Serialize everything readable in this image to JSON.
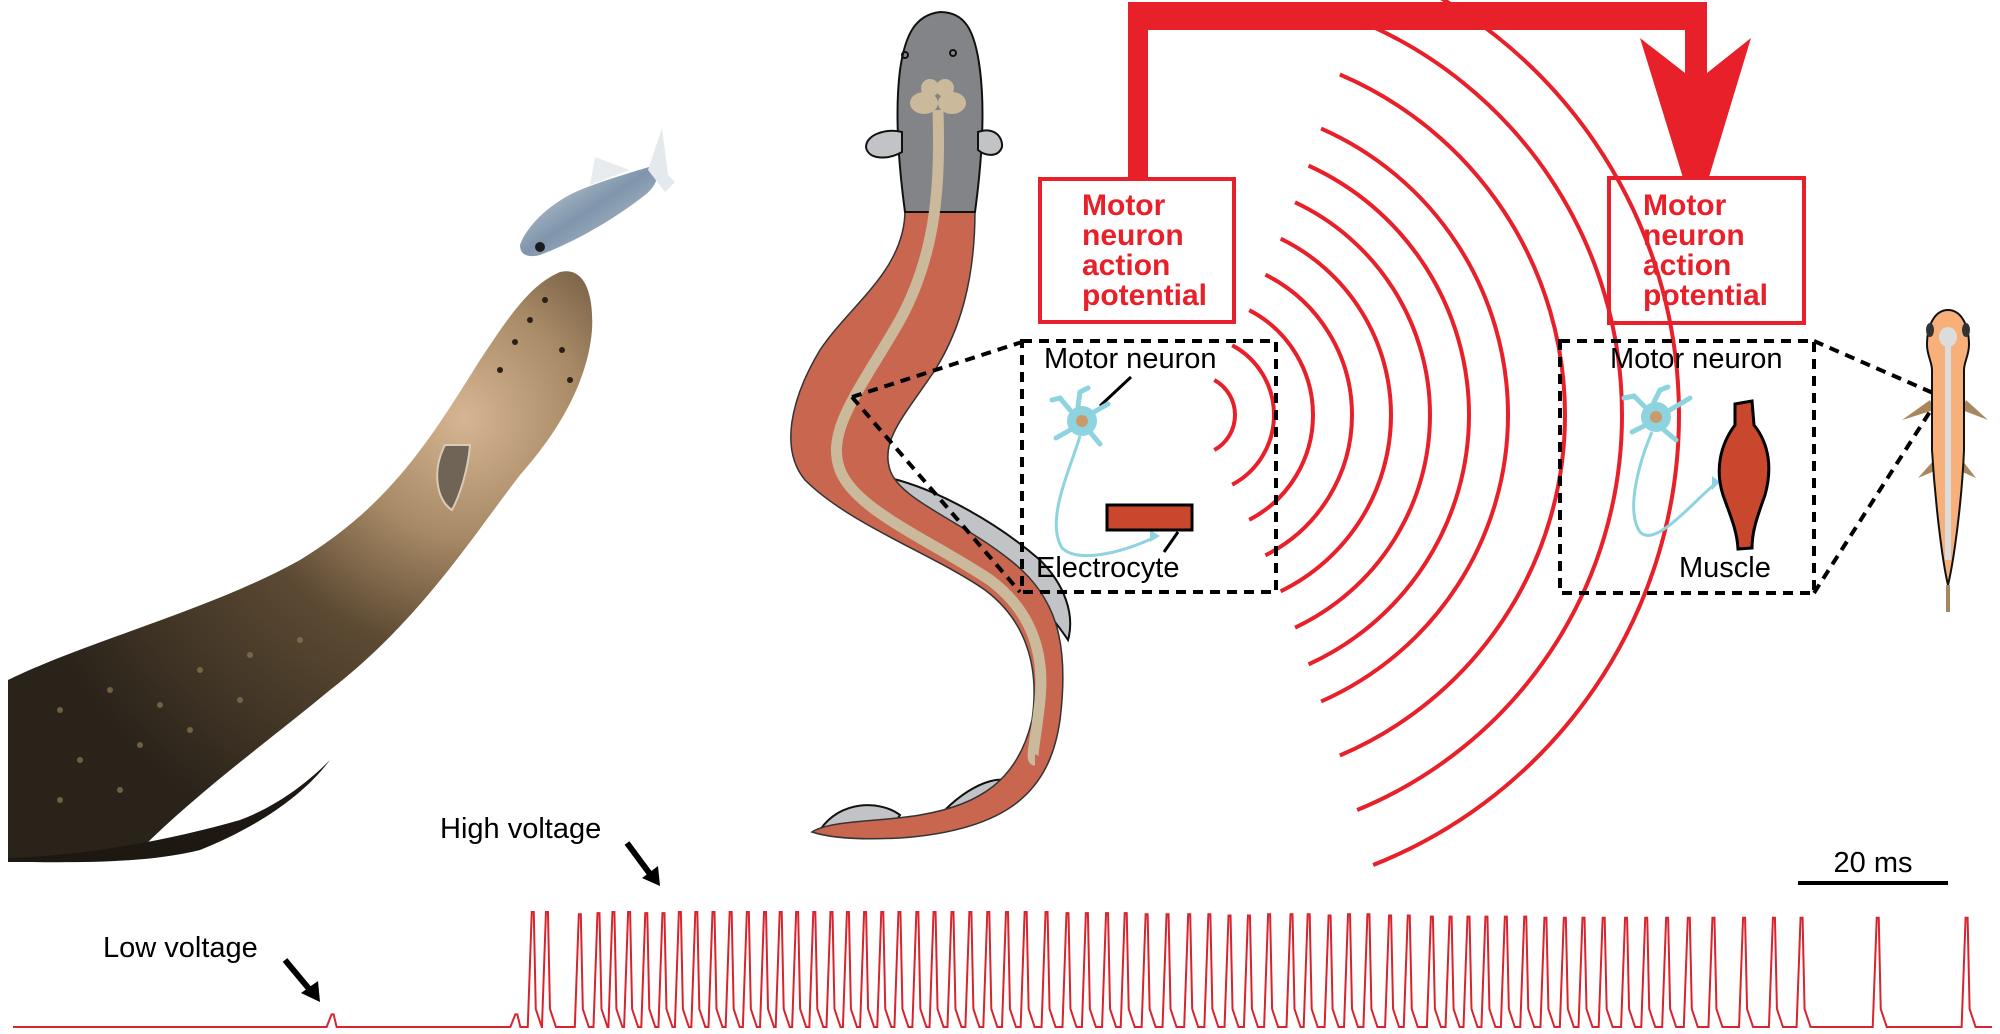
{
  "figure": {
    "colors": {
      "signal_red": "#e8202a",
      "trace_red": "#d9232d",
      "eel_head_gray": "#838487",
      "eel_body_muscle": "#c96650",
      "spinal_cord_tan": "#cbb99c",
      "fin_light_gray": "#c2c3c6",
      "neuron_cyan": "#8ed3e0",
      "neuron_nucleus": "#c99a6a",
      "electrocyte_brown": "#c8472d",
      "prey_fish_orange": "#f7b07a",
      "prey_fish_spine": "#dcdcdc",
      "prey_fish_fin": "#a8875e"
    },
    "left_box": {
      "title_lines": [
        "Motor",
        "neuron",
        "action",
        "potential"
      ],
      "inset_label_top": "Motor neuron",
      "inset_label_bottom": "Electrocyte"
    },
    "right_box": {
      "title_lines": [
        "Motor",
        "neuron",
        "action",
        "potential"
      ],
      "inset_label_top": "Motor neuron",
      "inset_label_bottom": "Muscle"
    },
    "field_arcs_count": 11,
    "trace": {
      "low_voltage_label": "Low voltage",
      "high_voltage_label": "High voltage",
      "scale_bar_label": "20 ms"
    }
  },
  "chart_data": {
    "type": "line",
    "title": "",
    "xlabel": "",
    "ylabel": "",
    "scale_bar": {
      "label": "20 ms",
      "duration_ms": 20
    },
    "x_units": "ms",
    "x_range_ms": [
      0,
      265
    ],
    "y_units": "relative amplitude",
    "y_range": [
      0,
      1
    ],
    "annotations": [
      {
        "text": "Low voltage",
        "points_to_ms": 43.2
      },
      {
        "text": "High voltage",
        "points_to_ms": 87
      }
    ],
    "low_voltage_pulses_ms": [
      {
        "t": 42.8,
        "amp": 0.11
      },
      {
        "t": 67.4,
        "amp": 0.11
      }
    ],
    "high_voltage_pulses_ms": [
      {
        "t": 69.6,
        "amp": 1.0
      },
      {
        "t": 71.5,
        "amp": 1.0
      },
      {
        "t": 75.9,
        "amp": 0.98
      },
      {
        "t": 78.4,
        "amp": 0.99
      },
      {
        "t": 80.4,
        "amp": 1.0
      },
      {
        "t": 82.5,
        "amp": 1.0
      },
      {
        "t": 84.8,
        "amp": 0.99
      },
      {
        "t": 87.1,
        "amp": 0.99
      },
      {
        "t": 89.3,
        "amp": 1.0
      },
      {
        "t": 91.5,
        "amp": 1.0
      },
      {
        "t": 93.8,
        "amp": 1.0
      },
      {
        "t": 96.1,
        "amp": 1.0
      },
      {
        "t": 98.4,
        "amp": 1.0
      },
      {
        "t": 100.7,
        "amp": 1.0
      },
      {
        "t": 102.8,
        "amp": 1.0
      },
      {
        "t": 105.0,
        "amp": 1.0
      },
      {
        "t": 107.3,
        "amp": 1.0
      },
      {
        "t": 109.6,
        "amp": 1.0
      },
      {
        "t": 111.8,
        "amp": 1.0
      },
      {
        "t": 114.1,
        "amp": 1.0
      },
      {
        "t": 116.4,
        "amp": 1.0
      },
      {
        "t": 118.7,
        "amp": 1.0
      },
      {
        "t": 121.1,
        "amp": 1.0
      },
      {
        "t": 123.4,
        "amp": 1.0
      },
      {
        "t": 125.8,
        "amp": 1.0
      },
      {
        "t": 128.2,
        "amp": 1.0
      },
      {
        "t": 130.6,
        "amp": 1.0
      },
      {
        "t": 133.1,
        "amp": 1.0
      },
      {
        "t": 135.6,
        "amp": 1.0
      },
      {
        "t": 138.4,
        "amp": 1.0
      },
      {
        "t": 141.2,
        "amp": 0.99
      },
      {
        "t": 143.8,
        "amp": 0.99
      },
      {
        "t": 146.5,
        "amp": 0.99
      },
      {
        "t": 149.0,
        "amp": 0.99
      },
      {
        "t": 151.8,
        "amp": 0.98
      },
      {
        "t": 154.6,
        "amp": 0.98
      },
      {
        "t": 157.5,
        "amp": 0.98
      },
      {
        "t": 160.2,
        "amp": 0.98
      },
      {
        "t": 162.9,
        "amp": 0.97
      },
      {
        "t": 165.5,
        "amp": 0.97
      },
      {
        "t": 168.2,
        "amp": 0.98
      },
      {
        "t": 171.2,
        "amp": 0.98
      },
      {
        "t": 173.5,
        "amp": 0.98
      },
      {
        "t": 176.3,
        "amp": 0.97
      },
      {
        "t": 178.9,
        "amp": 0.98
      },
      {
        "t": 181.5,
        "amp": 0.98
      },
      {
        "t": 184.4,
        "amp": 0.97
      },
      {
        "t": 186.9,
        "amp": 0.97
      },
      {
        "t": 190.0,
        "amp": 0.96
      },
      {
        "t": 192.5,
        "amp": 0.96
      },
      {
        "t": 194.9,
        "amp": 0.96
      },
      {
        "t": 197.3,
        "amp": 0.96
      },
      {
        "t": 199.9,
        "amp": 0.96
      },
      {
        "t": 202.5,
        "amp": 0.96
      },
      {
        "t": 205.2,
        "amp": 0.95
      },
      {
        "t": 207.8,
        "amp": 0.95
      },
      {
        "t": 210.3,
        "amp": 0.95
      },
      {
        "t": 213.0,
        "amp": 0.95
      },
      {
        "t": 216.0,
        "amp": 0.95
      },
      {
        "t": 218.7,
        "amp": 0.95
      },
      {
        "t": 221.5,
        "amp": 0.95
      },
      {
        "t": 224.4,
        "amp": 0.95
      },
      {
        "t": 227.7,
        "amp": 0.95
      },
      {
        "t": 231.8,
        "amp": 0.95
      },
      {
        "t": 235.8,
        "amp": 0.95
      },
      {
        "t": 239.5,
        "amp": 0.95
      },
      {
        "t": 249.7,
        "amp": 0.95
      },
      {
        "t": 261.6,
        "amp": 0.95
      }
    ]
  }
}
